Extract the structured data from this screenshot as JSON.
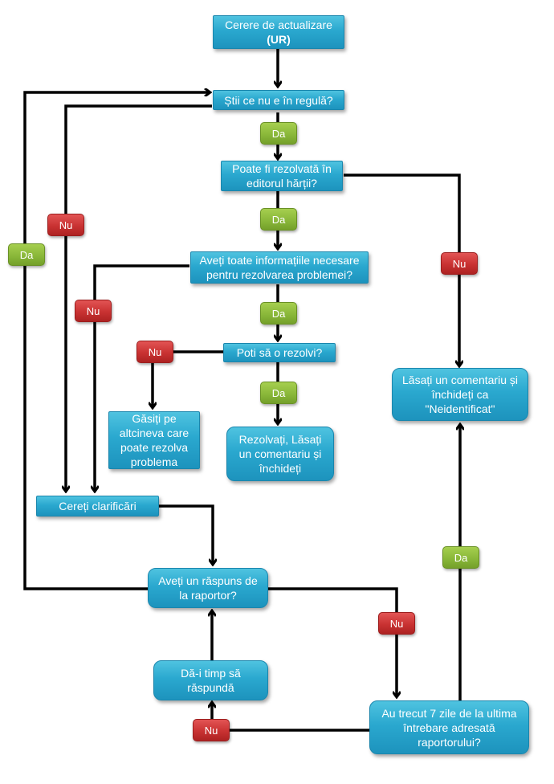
{
  "nodes": {
    "update_request": {
      "line1": "Cerere de actualizare",
      "line2": "(UR)"
    },
    "know_whats_wrong": "Știi ce nu e în regulă?",
    "resolvable_in_editor": "Poate fi rezolvată în\neditorul hărții?",
    "have_all_info": "Aveți toate informațiile necesare\npentru rezolvarea problemei?",
    "can_you_solve": "Poti să o rezolvi?",
    "find_someone_else": "Găsiți pe\naltcineva care\npoate rezolva\nproblema",
    "solve_comment_close": "Rezolvați, Lăsați\nun comentariu și\nînchideți",
    "comment_close_unidentified": "Lăsați un comentariu și\nînchideți ca\n\"Neidentificat\"",
    "ask_clarification": "Cereți clarificări",
    "reporter_answered": "Aveți un răspuns de\nla raportor?",
    "give_time": "Dă-i timp să\nrăspundă",
    "seven_days_passed": "Au trecut 7 zile de la ultima\nîntrebare adresată\nraportorului?"
  },
  "labels": {
    "yes": "Da",
    "no": "Nu"
  },
  "colors": {
    "node": "#2aa8cf",
    "yes": "#8ab83a",
    "no": "#c93232",
    "connector": "#000000"
  }
}
